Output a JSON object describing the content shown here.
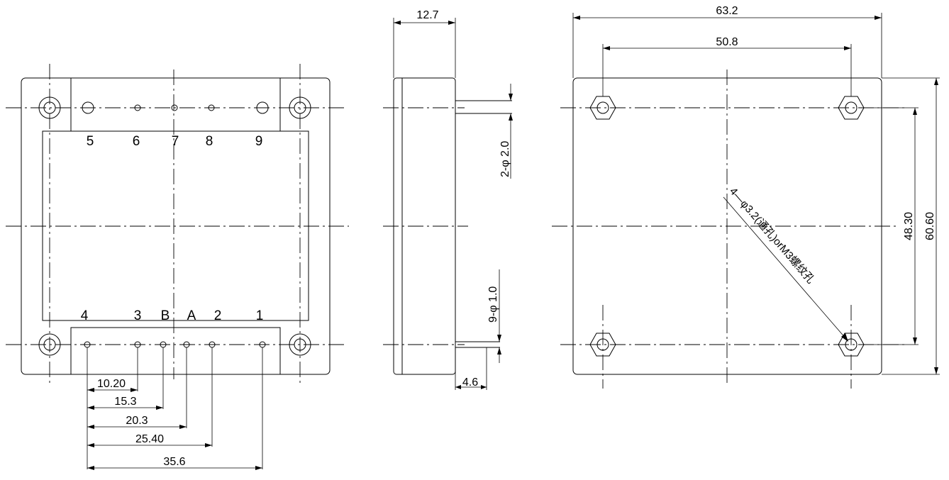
{
  "front_view": {
    "top_pins": [
      "5",
      "6",
      "7",
      "8",
      "9"
    ],
    "bottom_pins": [
      "4",
      "3",
      "B",
      "A",
      "2",
      "1"
    ],
    "dimensions": [
      "10.20",
      "15.3",
      "20.3",
      "25.40",
      "35.6"
    ]
  },
  "side_view": {
    "thickness": "12.7",
    "pin_length": "4.6",
    "top_pin_spec": "2-φ 2.0",
    "bottom_pin_spec": "9-φ 1.0"
  },
  "bottom_view": {
    "overall_width": "63.2",
    "hole_spacing_x": "50.8",
    "hole_spacing_y": "48.30",
    "overall_height": "60.60",
    "hole_note": "4—φ3.2(通孔)orM3螺纹孔"
  }
}
